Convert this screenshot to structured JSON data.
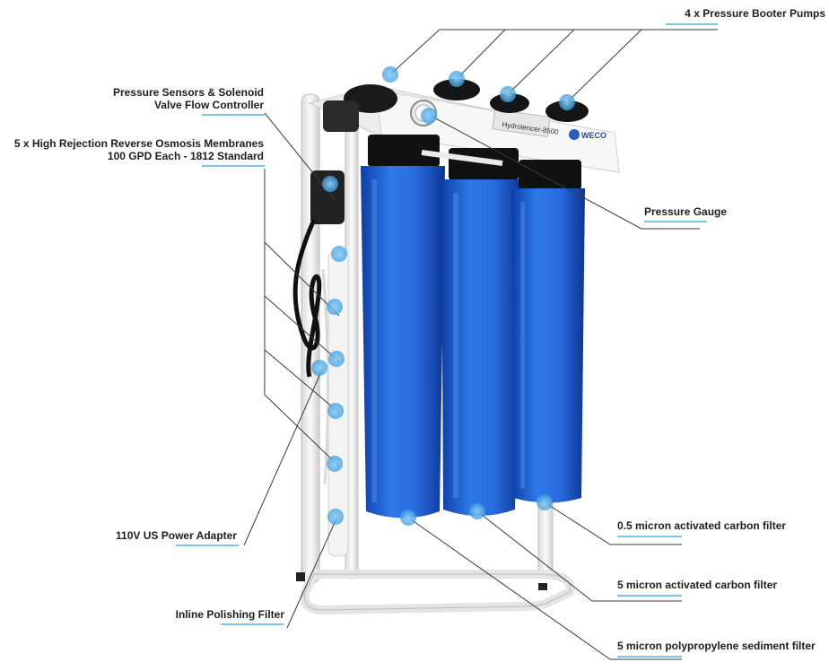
{
  "labels": {
    "pumps": "4 x Pressure Booter Pumps",
    "sensors_line1": "Pressure Sensors & Solenoid",
    "sensors_line2": "Valve Flow Controller",
    "membranes_line1": "5 x High Rejection Reverse Osmosis Membranes",
    "membranes_line2": "100 GPD Each - 1812 Standard",
    "gauge": "Pressure Gauge",
    "carbon_05": "0.5 micron activated carbon filter",
    "power": "110V US Power Adapter",
    "carbon_5": "5 micron activated carbon filter",
    "polishing": "Inline Polishing Filter",
    "sediment": "5 micron polypropylene sediment filter"
  },
  "product": {
    "panel_text": "Hydrolencer-8500",
    "brand": "WECO"
  },
  "colors": {
    "filter_blue": "#1f62d6",
    "marker_blue": "#5fb3ea",
    "frame_white": "#f1f1f1",
    "leader_line": "#3a3a3a",
    "label_underline": "#7cc4ea"
  }
}
